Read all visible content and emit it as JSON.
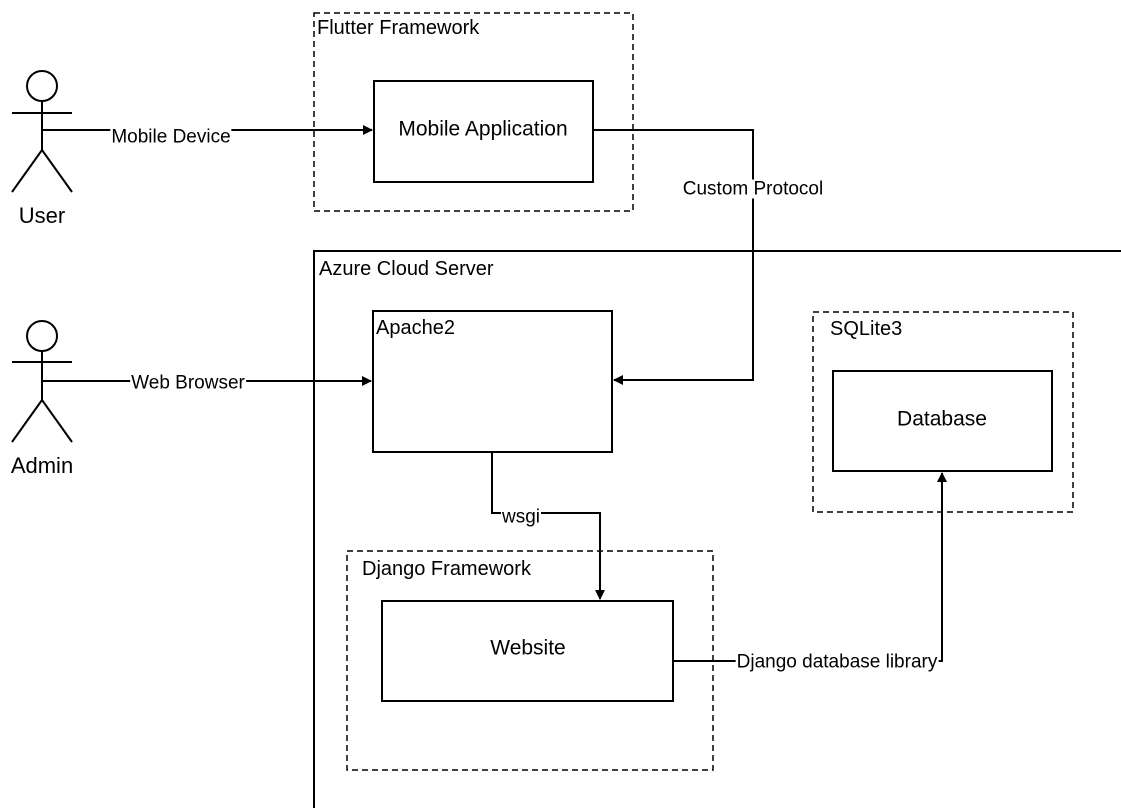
{
  "actors": {
    "user": "User",
    "admin": "Admin"
  },
  "containers": {
    "flutter": "Flutter Framework",
    "azure": "Azure Cloud Server",
    "sqlite": "SQLite3",
    "django": "Django Framework"
  },
  "nodes": {
    "mobile_app": "Mobile Application",
    "apache": "Apache2",
    "database": "Database",
    "website": "Website"
  },
  "edges": {
    "mobile_device": "Mobile Device",
    "custom_protocol": "Custom Protocol",
    "web_browser": "Web Browser",
    "wsgi": "wsgi",
    "django_db_lib": "Django database library"
  }
}
